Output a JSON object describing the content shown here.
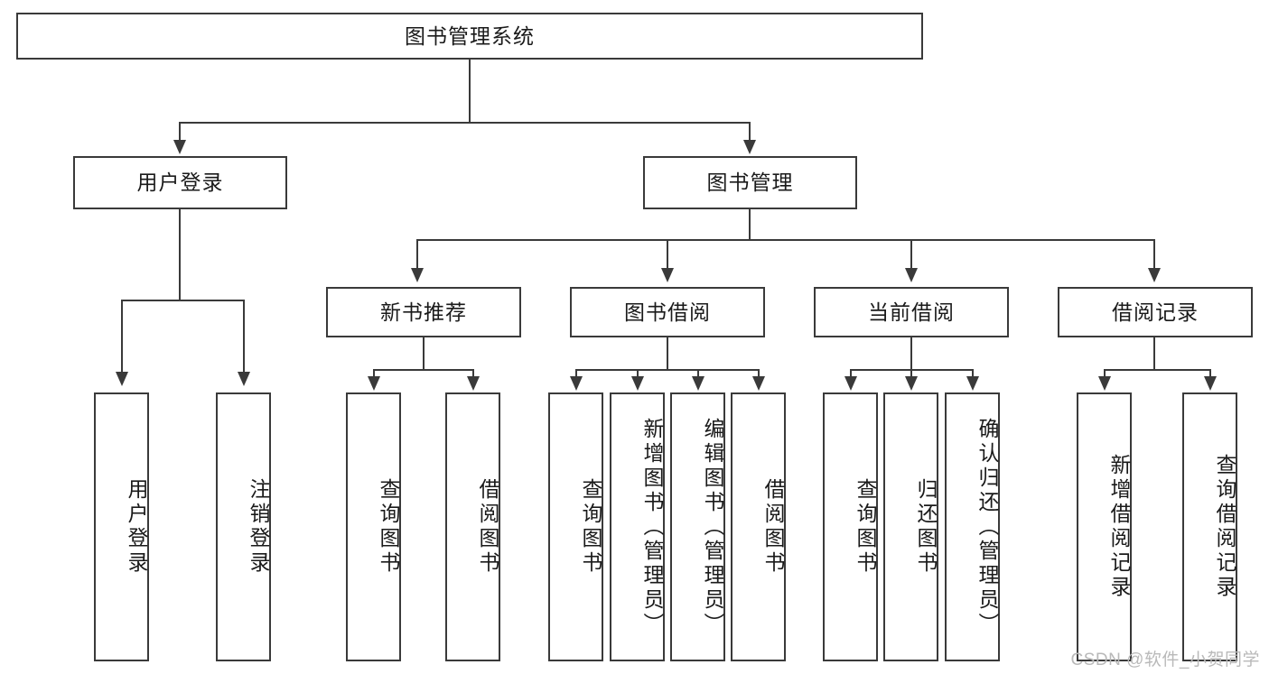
{
  "diagram": {
    "type": "tree",
    "title": "图书管理系统",
    "root": {
      "label": "图书管理系统"
    },
    "level2": [
      {
        "label": "用户登录"
      },
      {
        "label": "图书管理"
      }
    ],
    "level3": [
      {
        "label": "新书推荐"
      },
      {
        "label": "图书借阅"
      },
      {
        "label": "当前借阅"
      },
      {
        "label": "借阅记录"
      }
    ],
    "leaves": {
      "user_login": [
        {
          "label": "用户登录"
        },
        {
          "label": "注销登录"
        }
      ],
      "new_book_recommend": [
        {
          "label": "查询图书"
        },
        {
          "label": "借阅图书"
        }
      ],
      "book_borrow": [
        {
          "label": "查询图书"
        },
        {
          "label": "新增图书（管理员）"
        },
        {
          "label": "编辑图书（管理员）"
        },
        {
          "label": "借阅图书"
        }
      ],
      "current_borrow": [
        {
          "label": "查询图书"
        },
        {
          "label": "归还图书"
        },
        {
          "label": "确认归还（管理员）"
        }
      ],
      "borrow_record": [
        {
          "label": "新增借阅记录"
        },
        {
          "label": "查询借阅记录"
        }
      ]
    }
  },
  "watermark": {
    "text": "CSDN @软件_小贺同学"
  },
  "colors": {
    "stroke": "#3a3a3a",
    "text": "#1a1a1a",
    "background": "#ffffff",
    "watermark": "#b9b9b9"
  }
}
